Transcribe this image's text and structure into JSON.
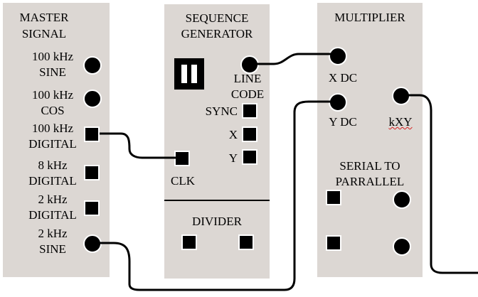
{
  "master_signal": {
    "title_line1": "MASTER",
    "title_line2": "SIGNAL",
    "ports": [
      {
        "line1": "100 kHz",
        "line2": "SINE",
        "type": "round"
      },
      {
        "line1": "100 kHz",
        "line2": "COS",
        "type": "round"
      },
      {
        "line1": "100 kHz",
        "line2": "DIGITAL",
        "type": "square"
      },
      {
        "line1": "8 kHz",
        "line2": "DIGITAL",
        "type": "square"
      },
      {
        "line1": "2 kHz",
        "line2": "DIGITAL",
        "type": "square"
      },
      {
        "line1": "2 kHz",
        "line2": "SINE",
        "type": "round"
      }
    ]
  },
  "sequence_generator": {
    "title_line1": "SEQUENCE",
    "title_line2": "GENERATOR",
    "line_code_line1": "LINE",
    "line_code_line2": "CODE",
    "sync": "SYNC",
    "x": "X",
    "y": "Y",
    "clk": "CLK"
  },
  "divider": {
    "title": "DIVIDER"
  },
  "multiplier": {
    "title": "MULTIPLIER",
    "x_dc": "X DC",
    "y_dc": "Y DC",
    "kxy": "kXY"
  },
  "serial_to_parallel": {
    "title_line1": "SERIAL TO",
    "title_line2": "PARRALLEL"
  },
  "colors": {
    "panel": "#dcd7d3",
    "wire": "#000000",
    "spell_underline": "#d62020"
  }
}
